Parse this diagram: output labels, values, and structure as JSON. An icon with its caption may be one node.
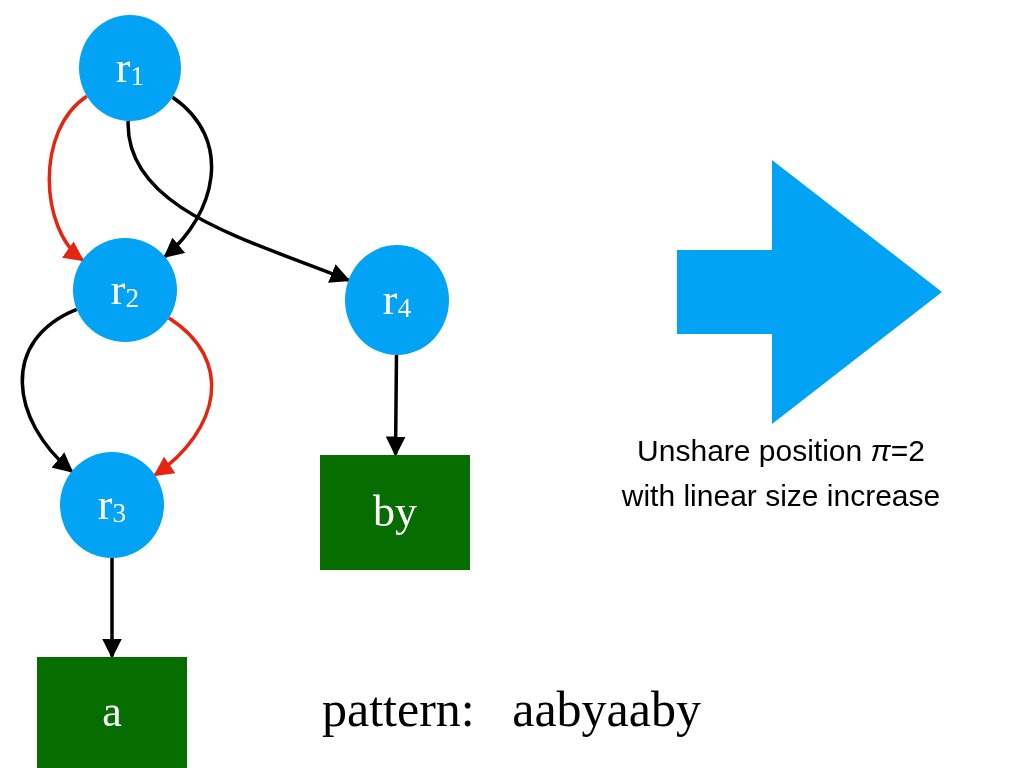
{
  "diagram": {
    "nodes": [
      {
        "text": [
          "r$_{1}$"
        ]
      },
      {
        "text": [
          "r$_{2}$"
        ]
      },
      {
        "text": [
          "r$_{4}$"
        ]
      },
      {
        "text": [
          "r$_{3}$"
        ]
      },
      {
        "text": [
          "by"
        ]
      },
      {
        "text": [
          "a"
        ]
      }
    ],
    "edges": [
      {
        "from": 0,
        "to": 1,
        "arrow": "to",
        "color": "#e5250f"
      },
      {
        "from": 0,
        "to": 1,
        "arrow": "to"
      },
      {
        "from": 0,
        "to": 2,
        "arrow": "to"
      },
      {
        "from": 1,
        "to": 3,
        "arrow": "to"
      },
      {
        "from": 1,
        "to": 3,
        "arrow": "to",
        "color": "#e5250f"
      },
      {
        "from": 3,
        "to": 5,
        "arrow": "to"
      },
      {
        "from": 2,
        "to": 4,
        "arrow": "to"
      }
    ],
    "labels": [
      "Unshare position *π*=2 with linear size increase",
      "pattern:   aabyaaby"
    ]
  }
}
